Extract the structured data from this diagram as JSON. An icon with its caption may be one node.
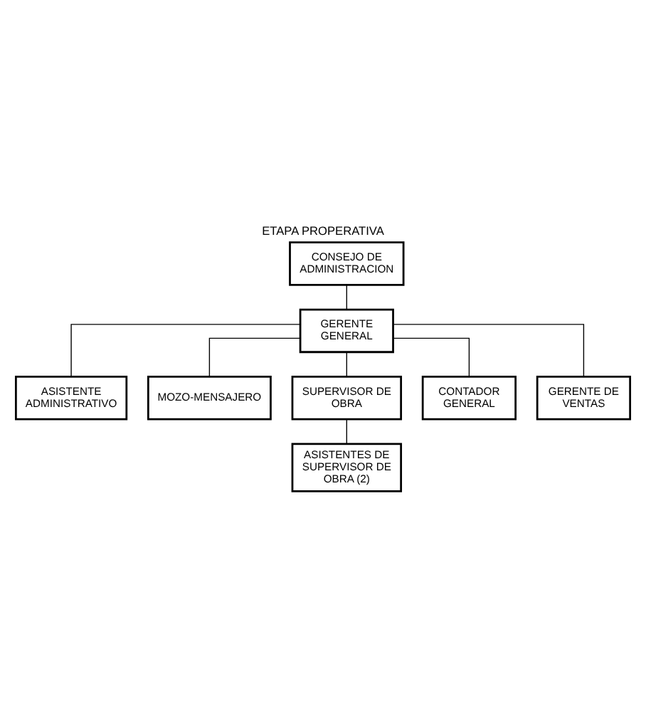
{
  "diagram": {
    "title": "ETAPA PROPERATIVA",
    "nodes": [
      {
        "text": [
          "CONSEJO DE ADMINISTRACION"
        ]
      },
      {
        "text": [
          "GERENTE GENERAL"
        ]
      },
      {
        "text": [
          "ASISTENTE ADMINISTRATIVO"
        ]
      },
      {
        "text": [
          "MOZO-MENSAJERO"
        ]
      },
      {
        "text": [
          "SUPERVISOR DE OBRA"
        ]
      },
      {
        "text": [
          "CONTADOR GENERAL"
        ]
      },
      {
        "text": [
          "GERENTE DE VENTAS"
        ]
      },
      {
        "text": [
          "ASISTENTES DE SUPERVISOR DE OBRA (2)"
        ]
      }
    ],
    "edges": [
      {
        "from": 0,
        "to": 1,
        "arrow": "none"
      },
      {
        "from": 1,
        "to": 2,
        "arrow": "none"
      },
      {
        "from": 1,
        "to": 3,
        "arrow": "none"
      },
      {
        "from": 1,
        "to": 4,
        "arrow": "none"
      },
      {
        "from": 1,
        "to": 5,
        "arrow": "none"
      },
      {
        "from": 1,
        "to": 6,
        "arrow": "none"
      },
      {
        "from": 4,
        "to": 7,
        "arrow": "none"
      }
    ]
  }
}
